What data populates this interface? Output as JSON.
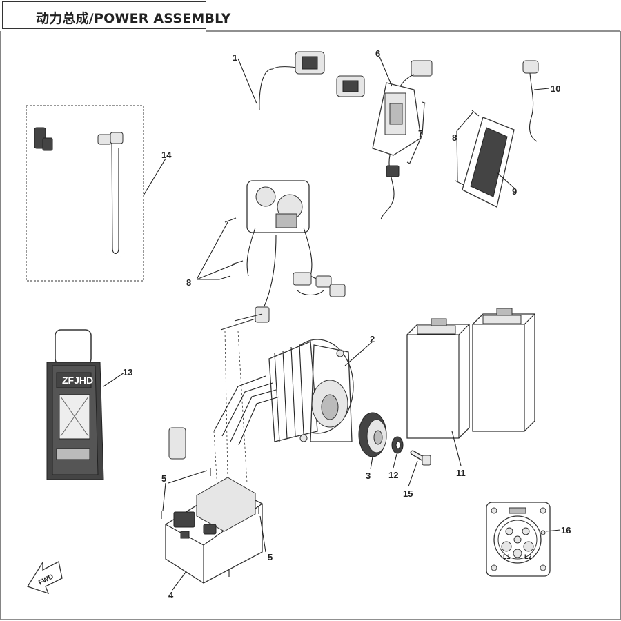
{
  "title": "动力总成/POWER ASSEMBLY",
  "callouts": {
    "c1": "1",
    "c2": "2",
    "c3": "3",
    "c4": "4",
    "c5a": "5",
    "c5b": "5",
    "c6": "6",
    "c7": "7",
    "c8a": "8",
    "c8b": "8",
    "c9": "9",
    "c10": "10",
    "c11": "11",
    "c12": "12",
    "c13": "13",
    "c14": "14",
    "c15": "15",
    "c16": "16"
  },
  "labels": {
    "charger_brand": "ZFJHD",
    "fwd_arrow": "FWD",
    "port_l1": "L1",
    "port_l2": "L2"
  }
}
